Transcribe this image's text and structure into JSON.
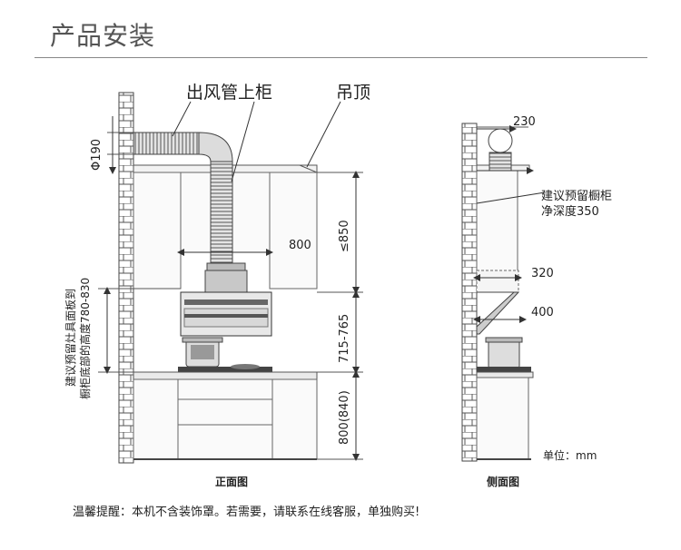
{
  "title": "产品安装",
  "labels": {
    "duct_cabinet": "出风管上柜",
    "ceiling": "吊顶",
    "phi190": "Φ190",
    "w800": "800",
    "le850": "≤850",
    "h715": "715-765",
    "h800": "800(840)",
    "v1": "建议预留灶具面板到",
    "v2": "橱柜底部的高度780-830",
    "d230": "230",
    "reserve1": "建议预留橱柜",
    "reserve2": "净深度350",
    "d320": "320",
    "d400": "400"
  },
  "captions": {
    "front": "正面图",
    "side": "侧面图"
  },
  "unit": "单位：mm",
  "note": "温馨提醒：本机不含装饰罩。若需要，请联系在线客服，单独购买!"
}
